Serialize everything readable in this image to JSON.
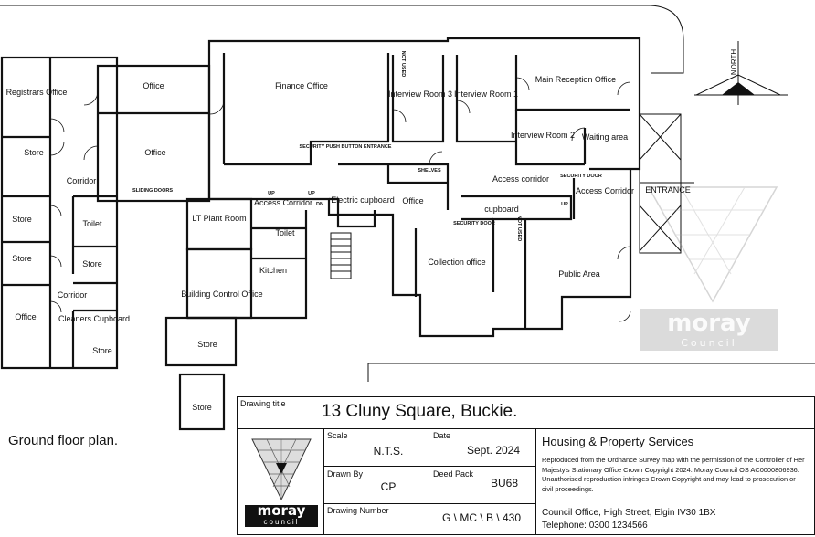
{
  "plan": {
    "caption": "Ground floor plan.",
    "north": "NORTH",
    "rooms": {
      "registrars": "Registrars Office",
      "office_top": "Office",
      "store_1": "Store",
      "office_mid": "Office",
      "corridor_1": "Corridor",
      "store_2": "Store",
      "toilet_1": "Toilet",
      "store_3": "Store",
      "store_4": "Store",
      "corridor_2": "Corridor",
      "office_left": "Office",
      "cleaners": "Cleaners Cupboard",
      "store_5": "Store",
      "finance": "Finance Office",
      "interview_3": "Interview Room 3",
      "interview_1": "Interview Room 1",
      "main_reception": "Main Reception Office",
      "interview_2": "Interview Room 2",
      "waiting": "Waiting area",
      "access_corridor_top": "Access corridor",
      "access_corridor_right": "Access Corridor",
      "access_corridor_left": "Access Corridor",
      "lt_plant": "LT Plant Room",
      "toilet_2": "Toilet",
      "kitchen": "Kitchen",
      "building_control": "Building Control Office",
      "store_6": "Store",
      "store_7": "Store",
      "electric": "Electric cupboard",
      "office_centre": "Office",
      "shelves": "SHELVES",
      "cupboard": "cupboard",
      "collection": "Collection office",
      "public_area": "Public Area",
      "entrance": "ENTRANCE"
    },
    "notes": {
      "not_used_1": "NOT USED",
      "not_used_2": "NOT USED",
      "security_push": "SECURITY PUSH BUTTON ENTRANCE",
      "security_door_1": "SECURITY DOOR",
      "security_door_2": "SECURITY DOOR",
      "sliding_doors": "SLIDING DOORS",
      "up_1": "UP",
      "up_2": "UP",
      "up_3": "UP",
      "dn": "DN"
    }
  },
  "title_block": {
    "drawing_title_label": "Drawing title",
    "drawing_title": "13 Cluny Square, Buckie.",
    "scale_label": "Scale",
    "scale": "N.T.S.",
    "date_label": "Date",
    "date": "Sept. 2024",
    "drawn_by_label": "Drawn By",
    "drawn_by": "CP",
    "deed_pack_label": "Deed Pack",
    "deed_pack": "BU68",
    "drawing_number_label": "Drawing Number",
    "drawing_number": "G \\ MC \\ B \\ 430",
    "department": "Housing & Property Services",
    "copyright": "Reproduced from the Ordnance Survey map with the permission of the Controller of Her Majesty's Stationary Office Crown Copyright 2024. Moray Council OS AC0000806936. Unauthorised reproduction infringes Crown Copyright and may lead to prosecution or civil proceedings.",
    "address": "Council Office, High Street, Elgin IV30 1BX",
    "telephone": "Telephone: 0300 1234566",
    "logo_text_1": "moray",
    "logo_text_2": "council"
  },
  "watermark": {
    "text_1": "moray",
    "text_2": "Council"
  }
}
